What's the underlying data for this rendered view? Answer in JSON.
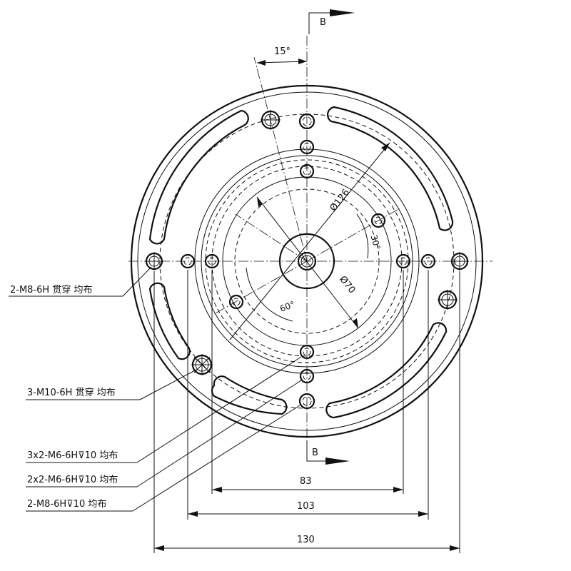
{
  "section_marks": {
    "top": "B",
    "bottom": "B"
  },
  "angles": {
    "a15": "15°",
    "a30": "30°",
    "a60": "60°"
  },
  "diameters": {
    "d126": "Ø126",
    "d70": "Ø70"
  },
  "dimensions": {
    "d83": "83",
    "d103": "103",
    "d130": "130"
  },
  "callouts": [
    "2-M8-6H 贯穿 均布",
    "3-M10-6H 贯穿 均布",
    "3x2-M6-6H⊽10 均布",
    "2x2-M6-6H⊽10 均布",
    "2-M8-6H⊽10 均布"
  ]
}
